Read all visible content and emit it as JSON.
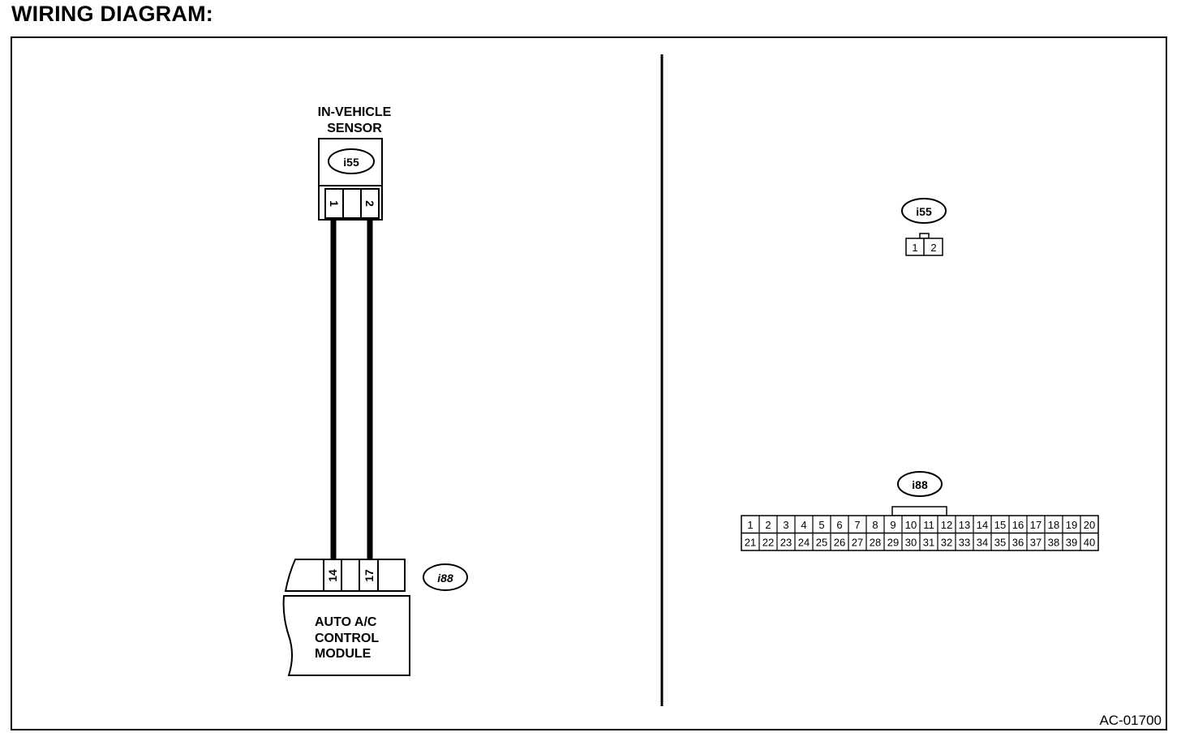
{
  "page": {
    "title": "WIRING DIAGRAM:",
    "ref_code": "AC-01700"
  },
  "sensor": {
    "name_line1": "IN-VEHICLE",
    "name_line2": "SENSOR",
    "connector_id": "i55",
    "pins": [
      "1",
      "2"
    ]
  },
  "module": {
    "name_line1": "AUTO A/C",
    "name_line2": "CONTROL",
    "name_line3": "MODULE",
    "connector_id": "i88",
    "pins": [
      "14",
      "17"
    ]
  },
  "face_views": {
    "i55": {
      "connector_id": "i55",
      "pins": [
        "1",
        "2"
      ]
    },
    "i88": {
      "connector_id": "i88",
      "row1": [
        "1",
        "2",
        "3",
        "4",
        "5",
        "6",
        "7",
        "8",
        "9",
        "10",
        "11",
        "12",
        "13",
        "14",
        "15",
        "16",
        "17",
        "18",
        "19",
        "20"
      ],
      "row2": [
        "21",
        "22",
        "23",
        "24",
        "25",
        "26",
        "27",
        "28",
        "29",
        "30",
        "31",
        "32",
        "33",
        "34",
        "35",
        "36",
        "37",
        "38",
        "39",
        "40"
      ]
    }
  }
}
